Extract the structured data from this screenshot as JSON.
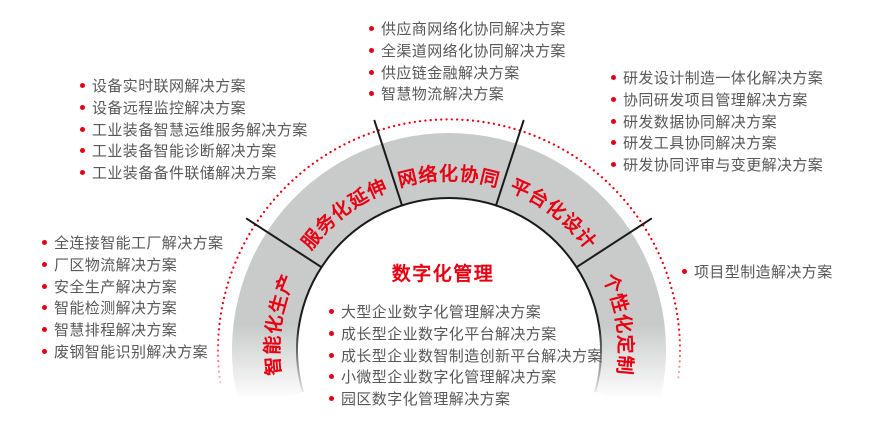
{
  "center": {
    "title": "数字化管理"
  },
  "ring": {
    "segments": [
      "智能化生产",
      "服务化延伸",
      "网络化协同",
      "平台化设计",
      "个性化定制"
    ]
  },
  "lists": {
    "network_collaboration": {
      "items": [
        "供应商网络化协同解决方案",
        "全渠道网络化协同解决方案",
        "供应链金融解决方案",
        "智慧物流解决方案"
      ]
    },
    "service_extension": {
      "items": [
        "设备实时联网解决方案",
        "设备远程监控解决方案",
        "工业装备智慧运维服务解决方案",
        "工业装备智能诊断解决方案",
        "工业装备备件联储解决方案"
      ]
    },
    "intelligent_production": {
      "items": [
        "全连接智能工厂解决方案",
        "厂区物流解决方案",
        "安全生产解决方案",
        "智能检测解决方案",
        "智慧排程解决方案",
        "废钢智能识别解决方案"
      ]
    },
    "platform_design": {
      "items": [
        "研发设计制造一体化解决方案",
        "协同研发项目管理解决方案",
        "研发数据协同解决方案",
        "研发工具协同解决方案",
        "研发协同评审与变更解决方案"
      ]
    },
    "personalized_customization": {
      "items": [
        "项目型制造解决方案"
      ]
    },
    "digital_management": {
      "items": [
        "大型企业数字化管理解决方案",
        "成长型企业数字化平台解决方案",
        "成长型企业数智制造创新平台解决方案",
        "小微型企业数字化管理解决方案",
        "园区数字化管理解决方案"
      ]
    }
  },
  "colors": {
    "accent_red": "#e60012",
    "ring_gray": "#c9caca",
    "text_gray": "#595757",
    "line_black": "#1a1a1a",
    "page_bg": "#ffffff"
  }
}
